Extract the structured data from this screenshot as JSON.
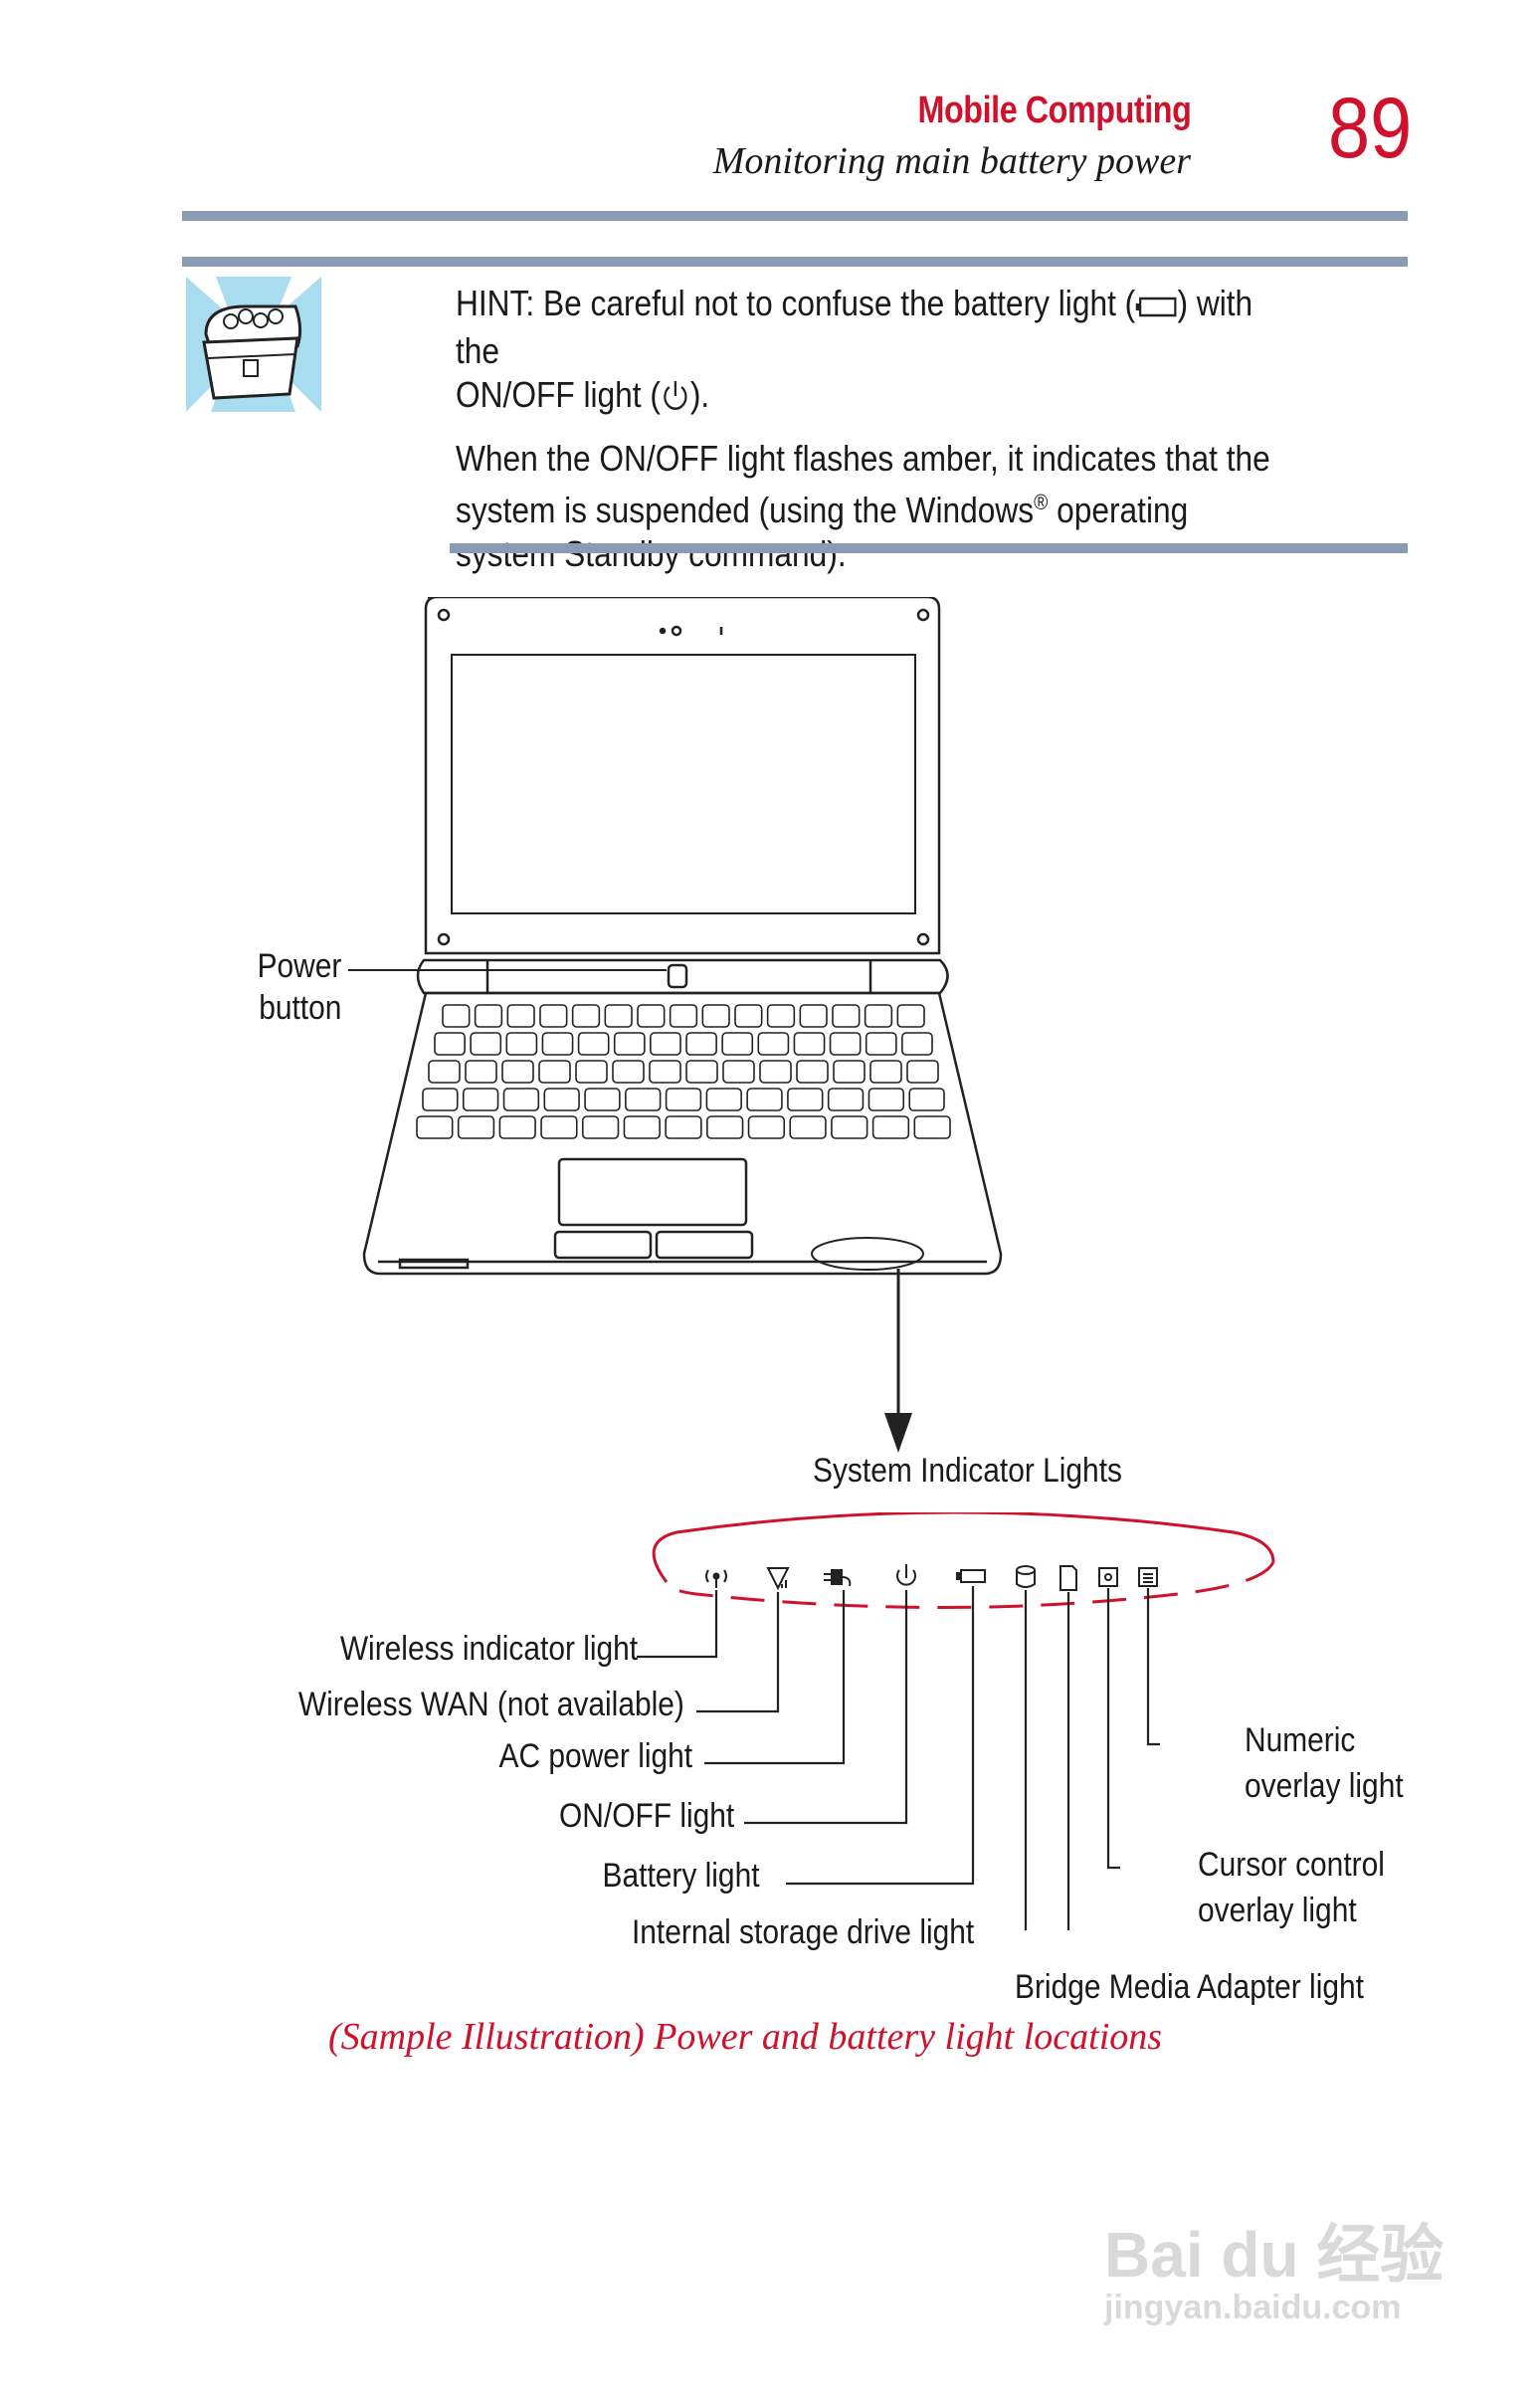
{
  "header": {
    "section": "Mobile Computing",
    "subsection": "Monitoring main battery power",
    "page_number": "89"
  },
  "hint": {
    "line1_a": "HINT: Be careful not to confuse the battery light (",
    "line1_b": ") with the",
    "line2_a": "ON/OFF light (",
    "line2_b": ").",
    "para2_a": "When the ON/OFF light flashes amber, it indicates that the system is suspended (using the Windows",
    "para2_sup": "®",
    "para2_b": " operating system Standby command)."
  },
  "figure": {
    "power_button_label_line1": "Power",
    "power_button_label_line2": "button",
    "system_indicator_title": "System Indicator Lights",
    "labels": {
      "wireless": "Wireless indicator light",
      "wwan": "Wireless WAN (not available)",
      "ac_power": "AC power light",
      "onoff": "ON/OFF light",
      "battery": "Battery light",
      "storage": "Internal storage drive light",
      "bridge": "Bridge Media Adapter light",
      "cursor_line1": "Cursor control",
      "cursor_line2": "overlay light",
      "numeric_line1": "Numeric",
      "numeric_line2": "overlay light"
    },
    "caption": "(Sample Illustration) Power and battery light locations"
  },
  "watermark": {
    "brand": "Bai du 经验",
    "url": "jingyan.baidu.com"
  },
  "colors": {
    "accent": "#d0112b",
    "rule": "#8a9bb5"
  }
}
